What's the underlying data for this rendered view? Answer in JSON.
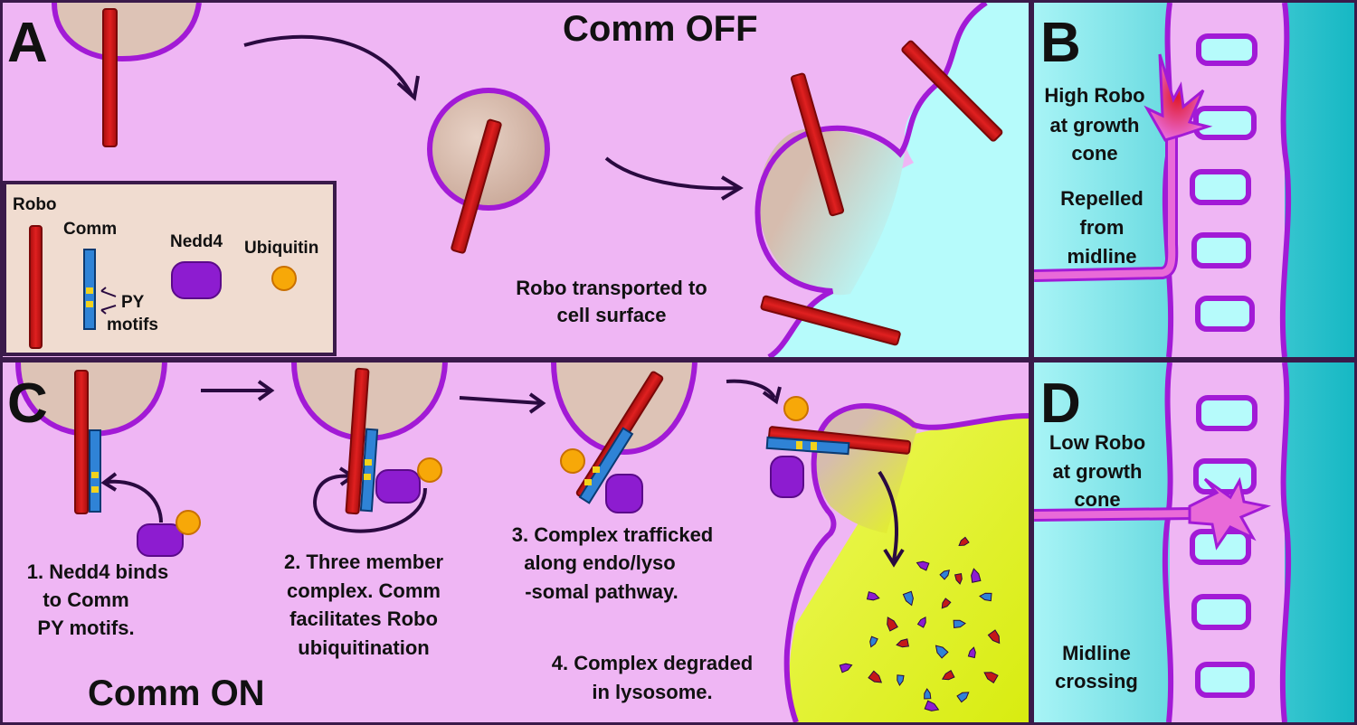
{
  "panels": {
    "a_letter": "A",
    "b_letter": "B",
    "c_letter": "C",
    "d_letter": "D"
  },
  "headings": {
    "comm_off": "Comm OFF",
    "comm_on": "Comm ON"
  },
  "legend": {
    "robo": "Robo",
    "comm": "Comm",
    "nedd4": "Nedd4",
    "ubiquitin": "Ubiquitin",
    "py_motifs": [
      "PY",
      "motifs"
    ]
  },
  "panel_a": {
    "transport_caption": [
      "Robo transported to",
      "cell surface"
    ]
  },
  "panel_b": {
    "high_robo": [
      "High Robo",
      "at growth",
      "cone"
    ],
    "repelled": [
      "Repelled",
      "from",
      "midline"
    ]
  },
  "panel_c": {
    "step1": [
      "1. Nedd4 binds",
      "to Comm",
      "PY motifs."
    ],
    "step2": [
      "2. Three member",
      "complex. Comm",
      "facilitates Robo",
      "ubiquitination"
    ],
    "step3": [
      "3. Complex trafficked",
      "along endo/lyso",
      "-somal pathway."
    ],
    "step4": [
      "4. Complex degraded",
      "in lysosome."
    ]
  },
  "panel_d": {
    "low_robo": [
      "Low Robo",
      "at growth",
      "cone"
    ],
    "crossing": [
      "Midline",
      "crossing"
    ]
  },
  "colors": {
    "cell": "#efb6f4",
    "membrane": "#a21ad6",
    "vesicle": "#ddc3b6",
    "outside": "#b6fbfb",
    "lysosome": "#e4f51e",
    "robo": "#c41818",
    "comm": "#2f83d6",
    "py_motif": "#f2d21c",
    "nedd4": "#8d1cd0",
    "ubiquitin": "#f7a808",
    "border": "#3a1a4a"
  }
}
